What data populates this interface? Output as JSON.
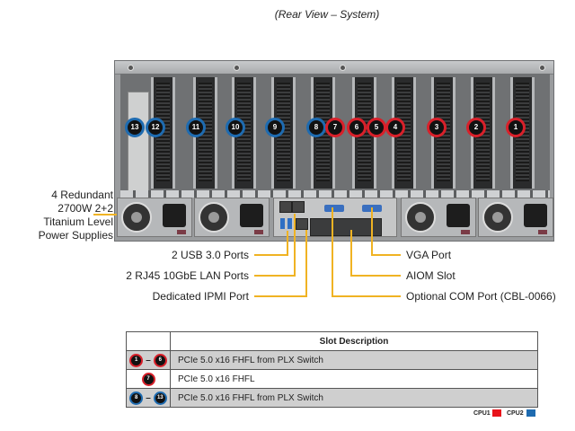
{
  "title": "(Rear View – System)",
  "slots": [
    {
      "num": "13",
      "cpu": "CPU2"
    },
    {
      "num": "12",
      "cpu": "CPU2"
    },
    {
      "num": "11",
      "cpu": "CPU2"
    },
    {
      "num": "10",
      "cpu": "CPU2"
    },
    {
      "num": "9",
      "cpu": "CPU2"
    },
    {
      "num": "8",
      "cpu": "CPU2"
    },
    {
      "num": "7",
      "cpu": "CPU1"
    },
    {
      "num": "6",
      "cpu": "CPU1"
    },
    {
      "num": "5",
      "cpu": "CPU1"
    },
    {
      "num": "4",
      "cpu": "CPU1"
    },
    {
      "num": "3",
      "cpu": "CPU1"
    },
    {
      "num": "2",
      "cpu": "CPU1"
    },
    {
      "num": "1",
      "cpu": "CPU1"
    }
  ],
  "callouts": {
    "power": [
      "4 Redundant",
      "2700W 2+2",
      "Titanium Level",
      "Power Supplies"
    ],
    "usb": "2 USB 3.0 Ports",
    "lan": "2 RJ45 10GbE LAN Ports",
    "ipmi": "Dedicated IPMI Port",
    "vga": "VGA Port",
    "aiom": "AIOM Slot",
    "com": "Optional COM Port (CBL-0066)"
  },
  "table": {
    "header": "Slot Description",
    "rows": [
      {
        "from": "1",
        "to": "6",
        "cpu": "CPU1",
        "desc": "PCIe 5.0 x16 FHFL from PLX Switch"
      },
      {
        "from": "7",
        "to": "",
        "cpu": "CPU1",
        "desc": "PCIe 5.0 x16 FHFL"
      },
      {
        "from": "8",
        "to": "13",
        "cpu": "CPU2",
        "desc": "PCIe 5.0 x16 FHFL from PLX Switch"
      }
    ]
  },
  "legend": [
    {
      "label": "CPU1",
      "color": "#e8131b"
    },
    {
      "label": "CPU2",
      "color": "#1e6bb0"
    }
  ],
  "colors": {
    "callout_line": "#f0b323",
    "cpu1": "#d8202a",
    "cpu2": "#1e6bb0"
  }
}
